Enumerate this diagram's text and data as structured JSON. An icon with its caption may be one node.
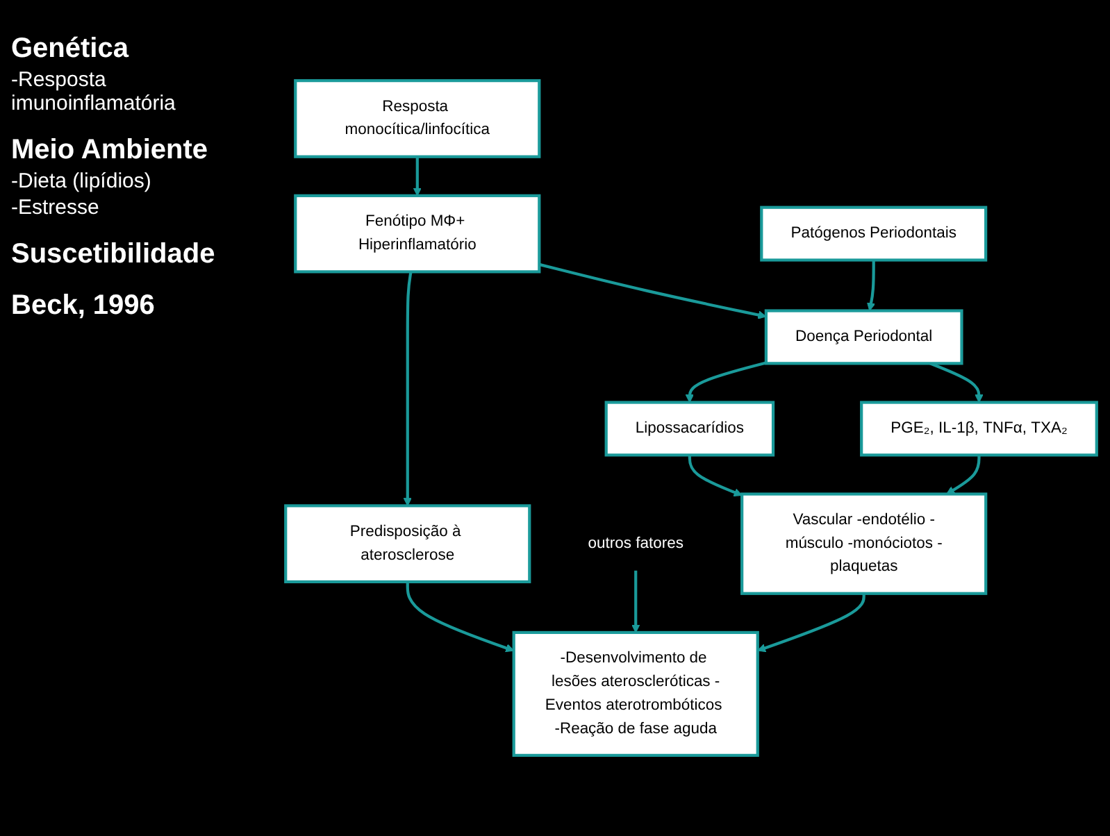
{
  "diagram": {
    "nodes": [
      {
        "text": [
          "Resposta monocítica/linfocítica"
        ]
      },
      {
        "text": [
          "Fenótipo MΦ+ Hiperinflamatório"
        ]
      },
      {
        "text": [
          "Predisposição à aterosclerose"
        ]
      },
      {
        "text": [
          "Doença Periodontal"
        ]
      },
      {
        "text": [
          "Patógenos Periodontais"
        ]
      },
      {
        "text": [
          "Lipossacarídios"
        ]
      },
      {
        "text": [
          "PGE₂, IL-1β, TNFα, TXA₂"
        ]
      },
      {
        "text": [
          "Vascular -endotélio -músculo -monóciotos -plaquetas"
        ]
      },
      {
        "text": [
          "-Desenvolvimento de lesões ateroscleróticas -Eventos aterotrombóticos -Reação de fase aguda"
        ]
      },
      {
        "text": [
          "outros fatores"
        ]
      }
    ],
    "edges": [
      {
        "from": 0,
        "to": 1,
        "arrow": "to"
      },
      {
        "from": 1,
        "to": 2,
        "arrow": "to"
      },
      {
        "from": 1,
        "to": 3,
        "arrow": "to"
      },
      {
        "from": 4,
        "to": 3,
        "arrow": "to"
      },
      {
        "from": 3,
        "to": 5,
        "arrow": "to"
      },
      {
        "from": 3,
        "to": 6,
        "arrow": "to"
      },
      {
        "from": 5,
        "to": 7,
        "arrow": "to"
      },
      {
        "from": 6,
        "to": 7,
        "arrow": "to"
      },
      {
        "from": 2,
        "to": 8,
        "arrow": "to"
      },
      {
        "from": 9,
        "to": 8,
        "arrow": "to"
      },
      {
        "from": 7,
        "to": 8,
        "arrow": "to"
      }
    ],
    "labels": [
      "Genética",
      "-Resposta imunoinflamatória",
      "Meio Ambiente",
      "-Dieta (lipídios)",
      "-Estresse",
      "Suscetibilidade",
      "Beck, 1996"
    ]
  }
}
